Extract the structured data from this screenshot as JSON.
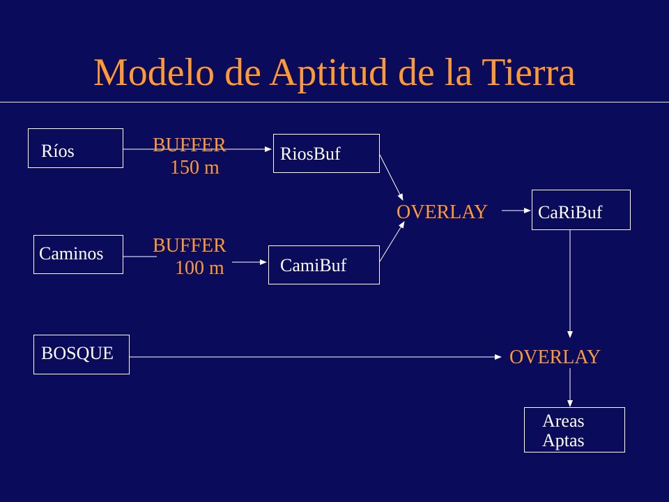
{
  "slide": {
    "title": "Modelo de Aptitud de la Tierra"
  },
  "diagram": {
    "inputs": {
      "rios": "Ríos",
      "caminos": "Caminos",
      "bosque": "BOSQUE"
    },
    "operations": {
      "buffer_rios": {
        "op": "BUFFER",
        "distance": "150 m"
      },
      "buffer_caminos": {
        "op": "BUFFER",
        "distance": "100 m"
      },
      "overlay_1": "OVERLAY",
      "overlay_2": "OVERLAY"
    },
    "outputs": {
      "riosbuf": "RiosBuf",
      "camibuf": "CamiBuf",
      "caribuf": "CaRiBuf",
      "final_line1": "Areas",
      "final_line2": "Aptas"
    },
    "colors": {
      "background": "#0b0b5c",
      "accent": "#ff9933",
      "box_text": "#ffffff",
      "lines": "#ffffff"
    }
  }
}
